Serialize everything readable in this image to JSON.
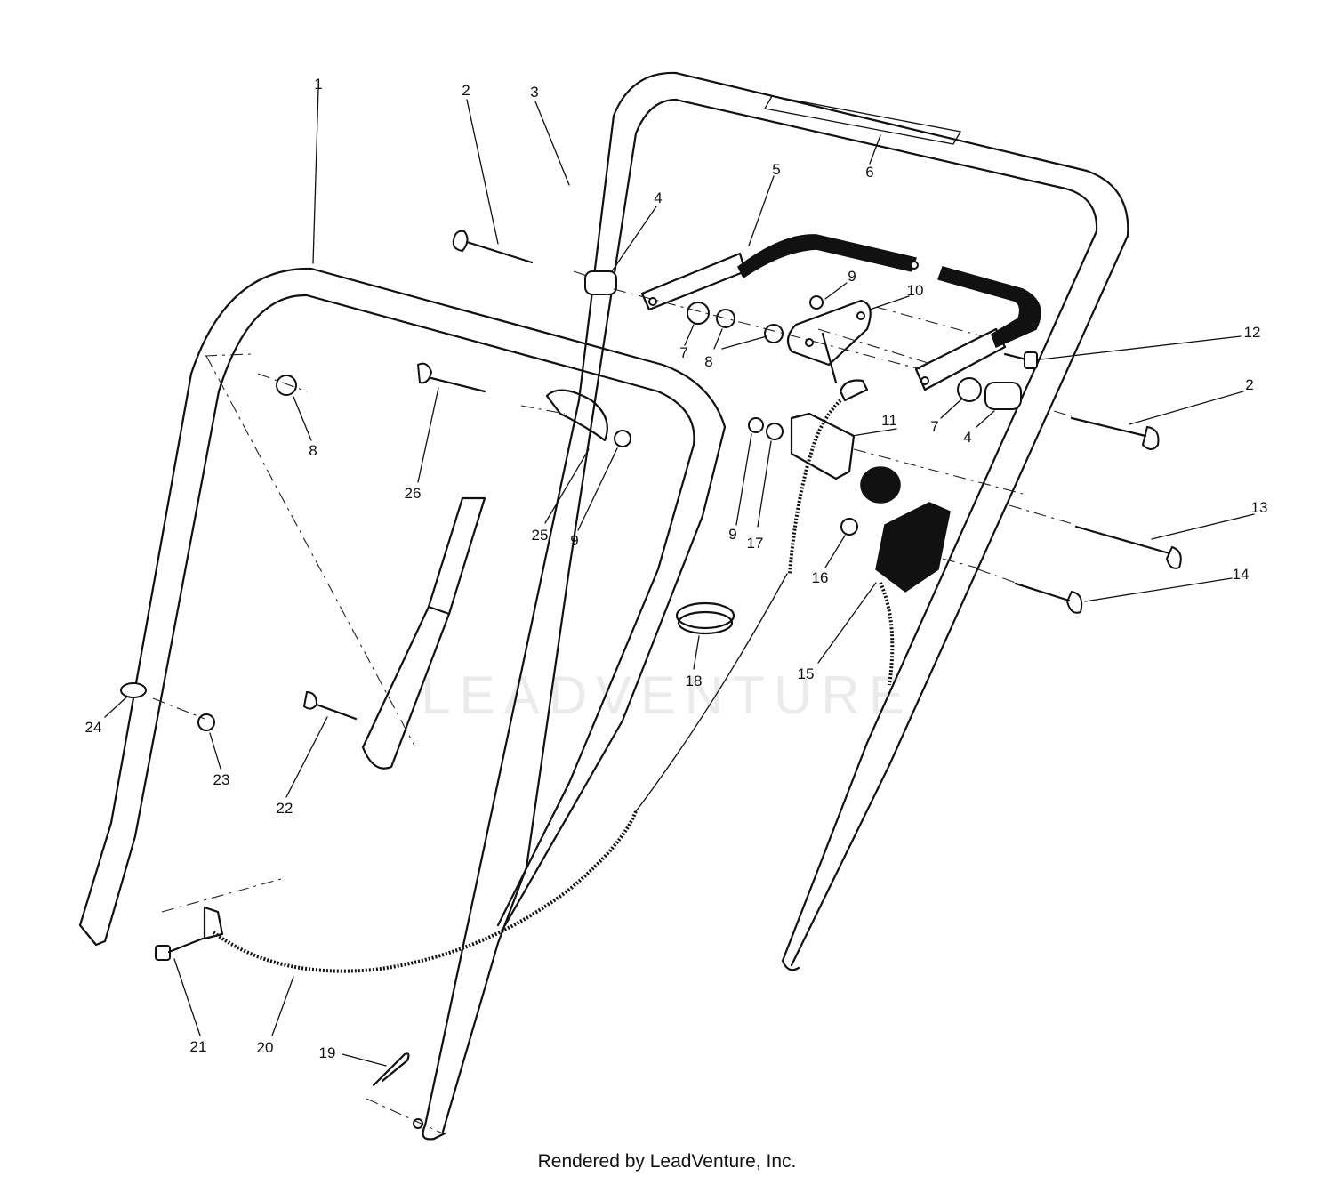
{
  "callouts": [
    {
      "id": "1",
      "label": "1"
    },
    {
      "id": "2a",
      "label": "2"
    },
    {
      "id": "2b",
      "label": "2"
    },
    {
      "id": "3",
      "label": "3"
    },
    {
      "id": "4a",
      "label": "4"
    },
    {
      "id": "4b",
      "label": "4"
    },
    {
      "id": "5",
      "label": "5"
    },
    {
      "id": "6",
      "label": "6"
    },
    {
      "id": "7a",
      "label": "7"
    },
    {
      "id": "7b",
      "label": "7"
    },
    {
      "id": "8a",
      "label": "8"
    },
    {
      "id": "8b",
      "label": "8"
    },
    {
      "id": "9a",
      "label": "9"
    },
    {
      "id": "9b",
      "label": "9"
    },
    {
      "id": "9c",
      "label": "9"
    },
    {
      "id": "10",
      "label": "10"
    },
    {
      "id": "11",
      "label": "11"
    },
    {
      "id": "12",
      "label": "12"
    },
    {
      "id": "13",
      "label": "13"
    },
    {
      "id": "14",
      "label": "14"
    },
    {
      "id": "15",
      "label": "15"
    },
    {
      "id": "16",
      "label": "16"
    },
    {
      "id": "17",
      "label": "17"
    },
    {
      "id": "18",
      "label": "18"
    },
    {
      "id": "19",
      "label": "19"
    },
    {
      "id": "20",
      "label": "20"
    },
    {
      "id": "21",
      "label": "21"
    },
    {
      "id": "22",
      "label": "22"
    },
    {
      "id": "23",
      "label": "23"
    },
    {
      "id": "24",
      "label": "24"
    },
    {
      "id": "25",
      "label": "25"
    },
    {
      "id": "26",
      "label": "26"
    }
  ],
  "watermark": "LEADVENTURE",
  "footer": "Rendered by LeadVenture, Inc.",
  "colors": {
    "ink": "#111111",
    "background": "#ffffff",
    "watermark": "#c8c8c8"
  }
}
